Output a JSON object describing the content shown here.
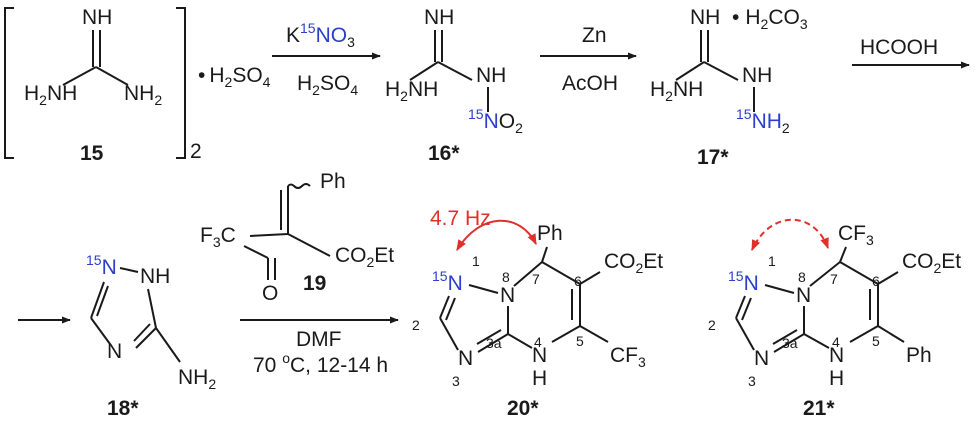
{
  "scheme": {
    "colors": {
      "text": "#1a1a1a",
      "isotope": "#2b3fc9",
      "coupling": "#e0302b"
    },
    "compounds": {
      "c15": {
        "number": "15",
        "nh": "NH",
        "h2n": "H",
        "nh2": "NH",
        "two": "2",
        "salt": "H",
        "salt_so4": "SO",
        "four": "4",
        "dot": "•"
      },
      "c16": {
        "number": "16*",
        "nh": "NH",
        "h2n": "H",
        "nh_mid": "NH",
        "iso": "15",
        "n": "N",
        "o2": "O"
      },
      "c17": {
        "number": "17*",
        "nh": "NH",
        "salt": "H",
        "co3": "CO",
        "h2n": "H",
        "nh_mid": "NH",
        "iso": "15",
        "nh2": "NH"
      },
      "c18": {
        "number": "18*",
        "iso": "15",
        "n1": "N",
        "nh": "NH",
        "n3": "N",
        "nh2": "NH"
      },
      "c19": {
        "number": "19",
        "ph": "Ph",
        "f3c": "F",
        "c": "C",
        "o": "O",
        "co2et": "CO",
        "et": "Et"
      },
      "c20": {
        "number": "20*",
        "iso": "15",
        "n1": "N",
        "n8": "N",
        "n3": "N",
        "nh4": "N",
        "h": "H",
        "ph": "Ph",
        "co2et": "CO",
        "et": "Et",
        "cf3": "CF",
        "coupling": "4.7 Hz",
        "ring_numbers": {
          "l1": "1",
          "l2": "2",
          "l3": "3",
          "l3a": "3a",
          "l4": "4",
          "l5": "5",
          "l6": "6",
          "l7": "7",
          "l8": "8"
        }
      },
      "c21": {
        "number": "21*",
        "iso": "15",
        "n1": "N",
        "n8": "N",
        "n3": "N",
        "nh4": "N",
        "h": "H",
        "ph": "Ph",
        "co2et": "CO",
        "et": "Et",
        "cf3": "CF",
        "ring_numbers": {
          "l1": "1",
          "l2": "2",
          "l3": "3",
          "l3a": "3a",
          "l4": "4",
          "l5": "5",
          "l6": "6",
          "l7": "7",
          "l8": "8"
        }
      }
    },
    "subscripts": {
      "two": "2",
      "three": "3",
      "four": "4"
    },
    "reagents": {
      "step1": {
        "k": "K",
        "iso": "15",
        "no3": "NO",
        "h2so4": "H",
        "so4": "SO"
      },
      "step2": {
        "zn": "Zn",
        "acoh": "AcOH"
      },
      "step3": {
        "hcooh": "HCOOH"
      },
      "step4": {
        "dmf": "DMF",
        "temp": "70 ",
        "o": "o",
        "rest": "C, 12-14 h"
      }
    }
  }
}
